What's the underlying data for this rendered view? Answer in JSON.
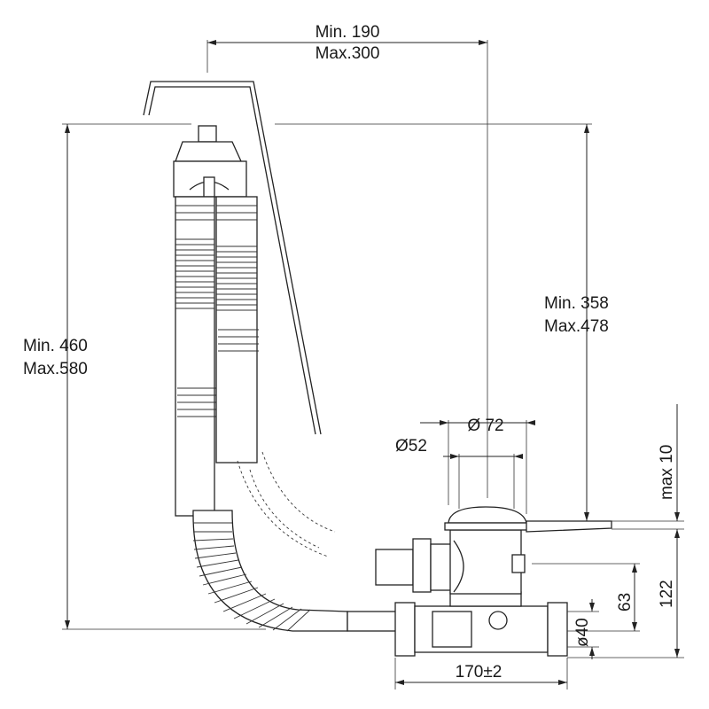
{
  "labels": {
    "overflow_min": "Min. 190",
    "overflow_max": "Max.300",
    "height_min": "Min. 460",
    "height_max": "Max.580",
    "drop_min": "Min. 358",
    "drop_max": "Max.478",
    "diam_72": "Ø 72",
    "diam_52": "Ø52",
    "max10": "max 10",
    "h122": "122",
    "h63": "63",
    "d40": "ø40",
    "w170": "170±2"
  }
}
